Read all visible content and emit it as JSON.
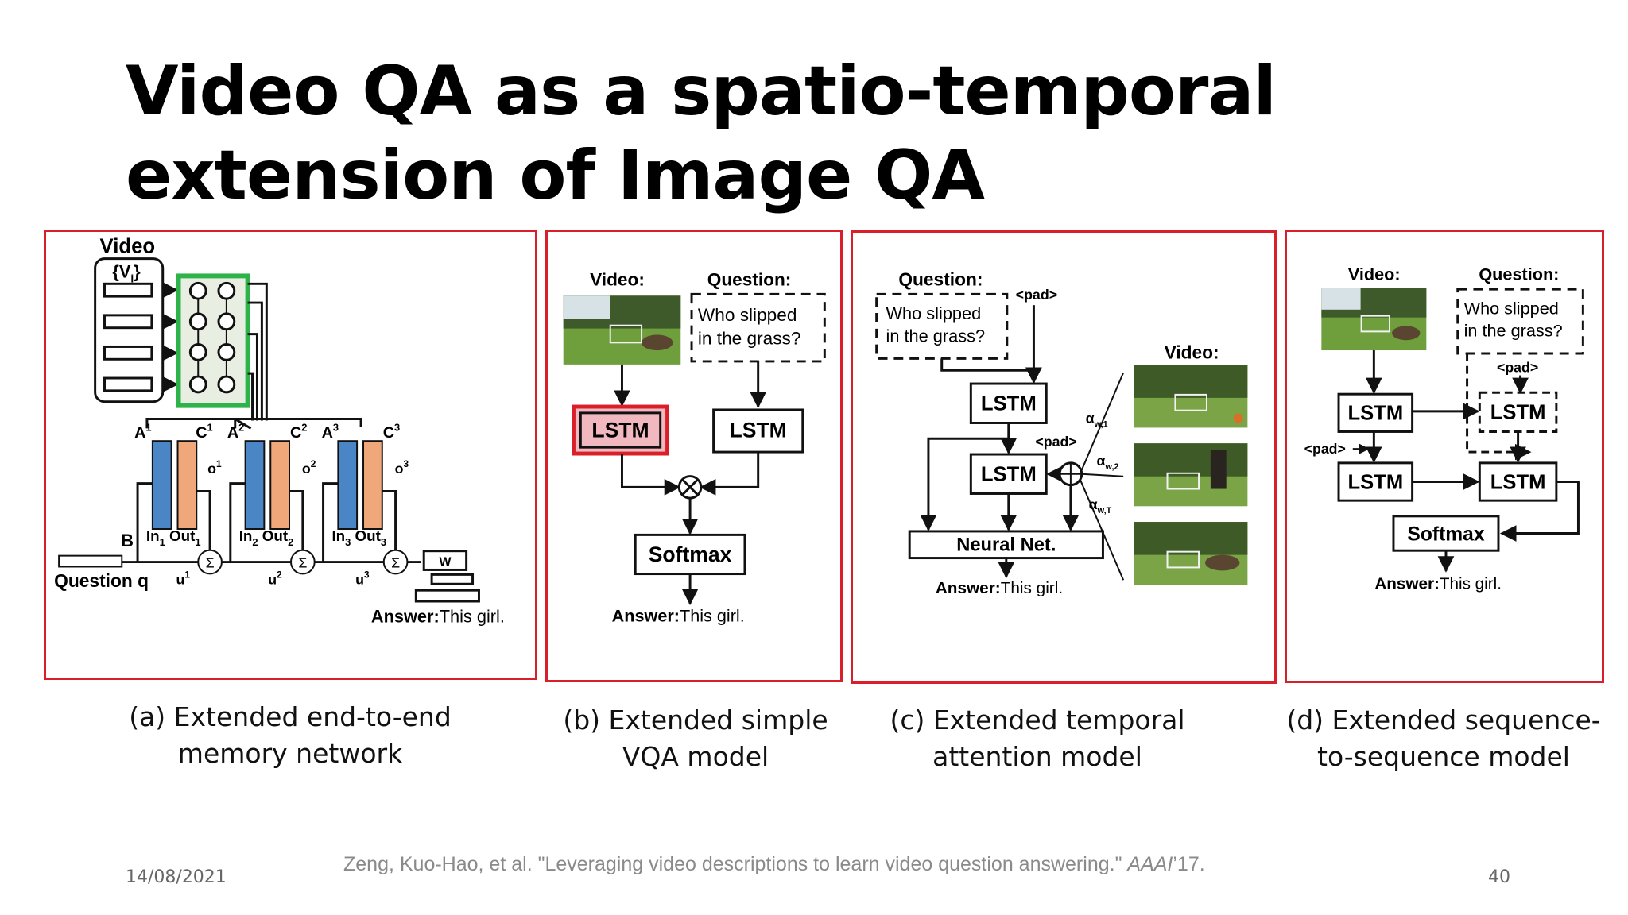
{
  "slide": {
    "title_line1": "Video QA as a spatio-temporal",
    "title_line2": "extension of Image QA",
    "date": "14/08/2021",
    "page_number": "40",
    "citation": {
      "prefix": "Zeng, Kuo-Hao, et al. \"Leveraging video descriptions to learn video question answering.\" ",
      "venue": "AAAI",
      "suffix": "’17."
    }
  },
  "colors": {
    "border": "#d9202a",
    "lstm_highlight": "#f2b8c0",
    "memory_a": "#4a86c5",
    "memory_c": "#f0a77a",
    "rnn_box": "#2db34a"
  },
  "panel_a": {
    "caption_line1": "(a) Extended end-to-end",
    "caption_line2": "memory network",
    "video_label": "Video",
    "frames_label": "{V",
    "frames_sub": "i",
    "frames_close": "}",
    "a_labels": [
      "A",
      "A",
      "A"
    ],
    "c_labels": [
      "C",
      "C",
      "C"
    ],
    "hop_sups": [
      "1",
      "2",
      "3"
    ],
    "o_labels": [
      "o",
      "o",
      "o"
    ],
    "u_labels": [
      "u",
      "u",
      "u"
    ],
    "in_label": "In",
    "out_label": "Out",
    "b_label": "B",
    "question_label": "Question q",
    "sum_symbol": "Σ",
    "w_label": "W",
    "answer_label": "Answer:",
    "answer_text": "This girl."
  },
  "panel_b": {
    "caption_line1": "(b) Extended simple",
    "caption_line2": "VQA model",
    "video_label": "Video:",
    "question_label": "Question:",
    "question_line1": "Who slipped",
    "question_line2": "in the grass?",
    "lstm": "LSTM",
    "softmax": "Softmax",
    "answer_label": "Answer:",
    "answer_text": "This girl."
  },
  "panel_c": {
    "caption_line1": "(c) Extended temporal",
    "caption_line2": "attention model",
    "question_label": "Question:",
    "question_line1": "Who slipped",
    "question_line2": "in the grass?",
    "pad": "<pad>",
    "video_label": "Video:",
    "lstm": "LSTM",
    "neural_net": "Neural Net.",
    "alpha": "α",
    "alpha_subs": [
      "w,1",
      "w,2",
      "w,T"
    ],
    "answer_label": "Answer:",
    "answer_text": "This girl."
  },
  "panel_d": {
    "caption_line1": "(d) Extended sequence-",
    "caption_line2": "to-sequence model",
    "video_label": "Video:",
    "question_label": "Question:",
    "question_line1": "Who slipped",
    "question_line2": "in the grass?",
    "pad": "<pad>",
    "lstm": "LSTM",
    "softmax": "Softmax",
    "answer_label": "Answer:",
    "answer_text": "This girl."
  }
}
